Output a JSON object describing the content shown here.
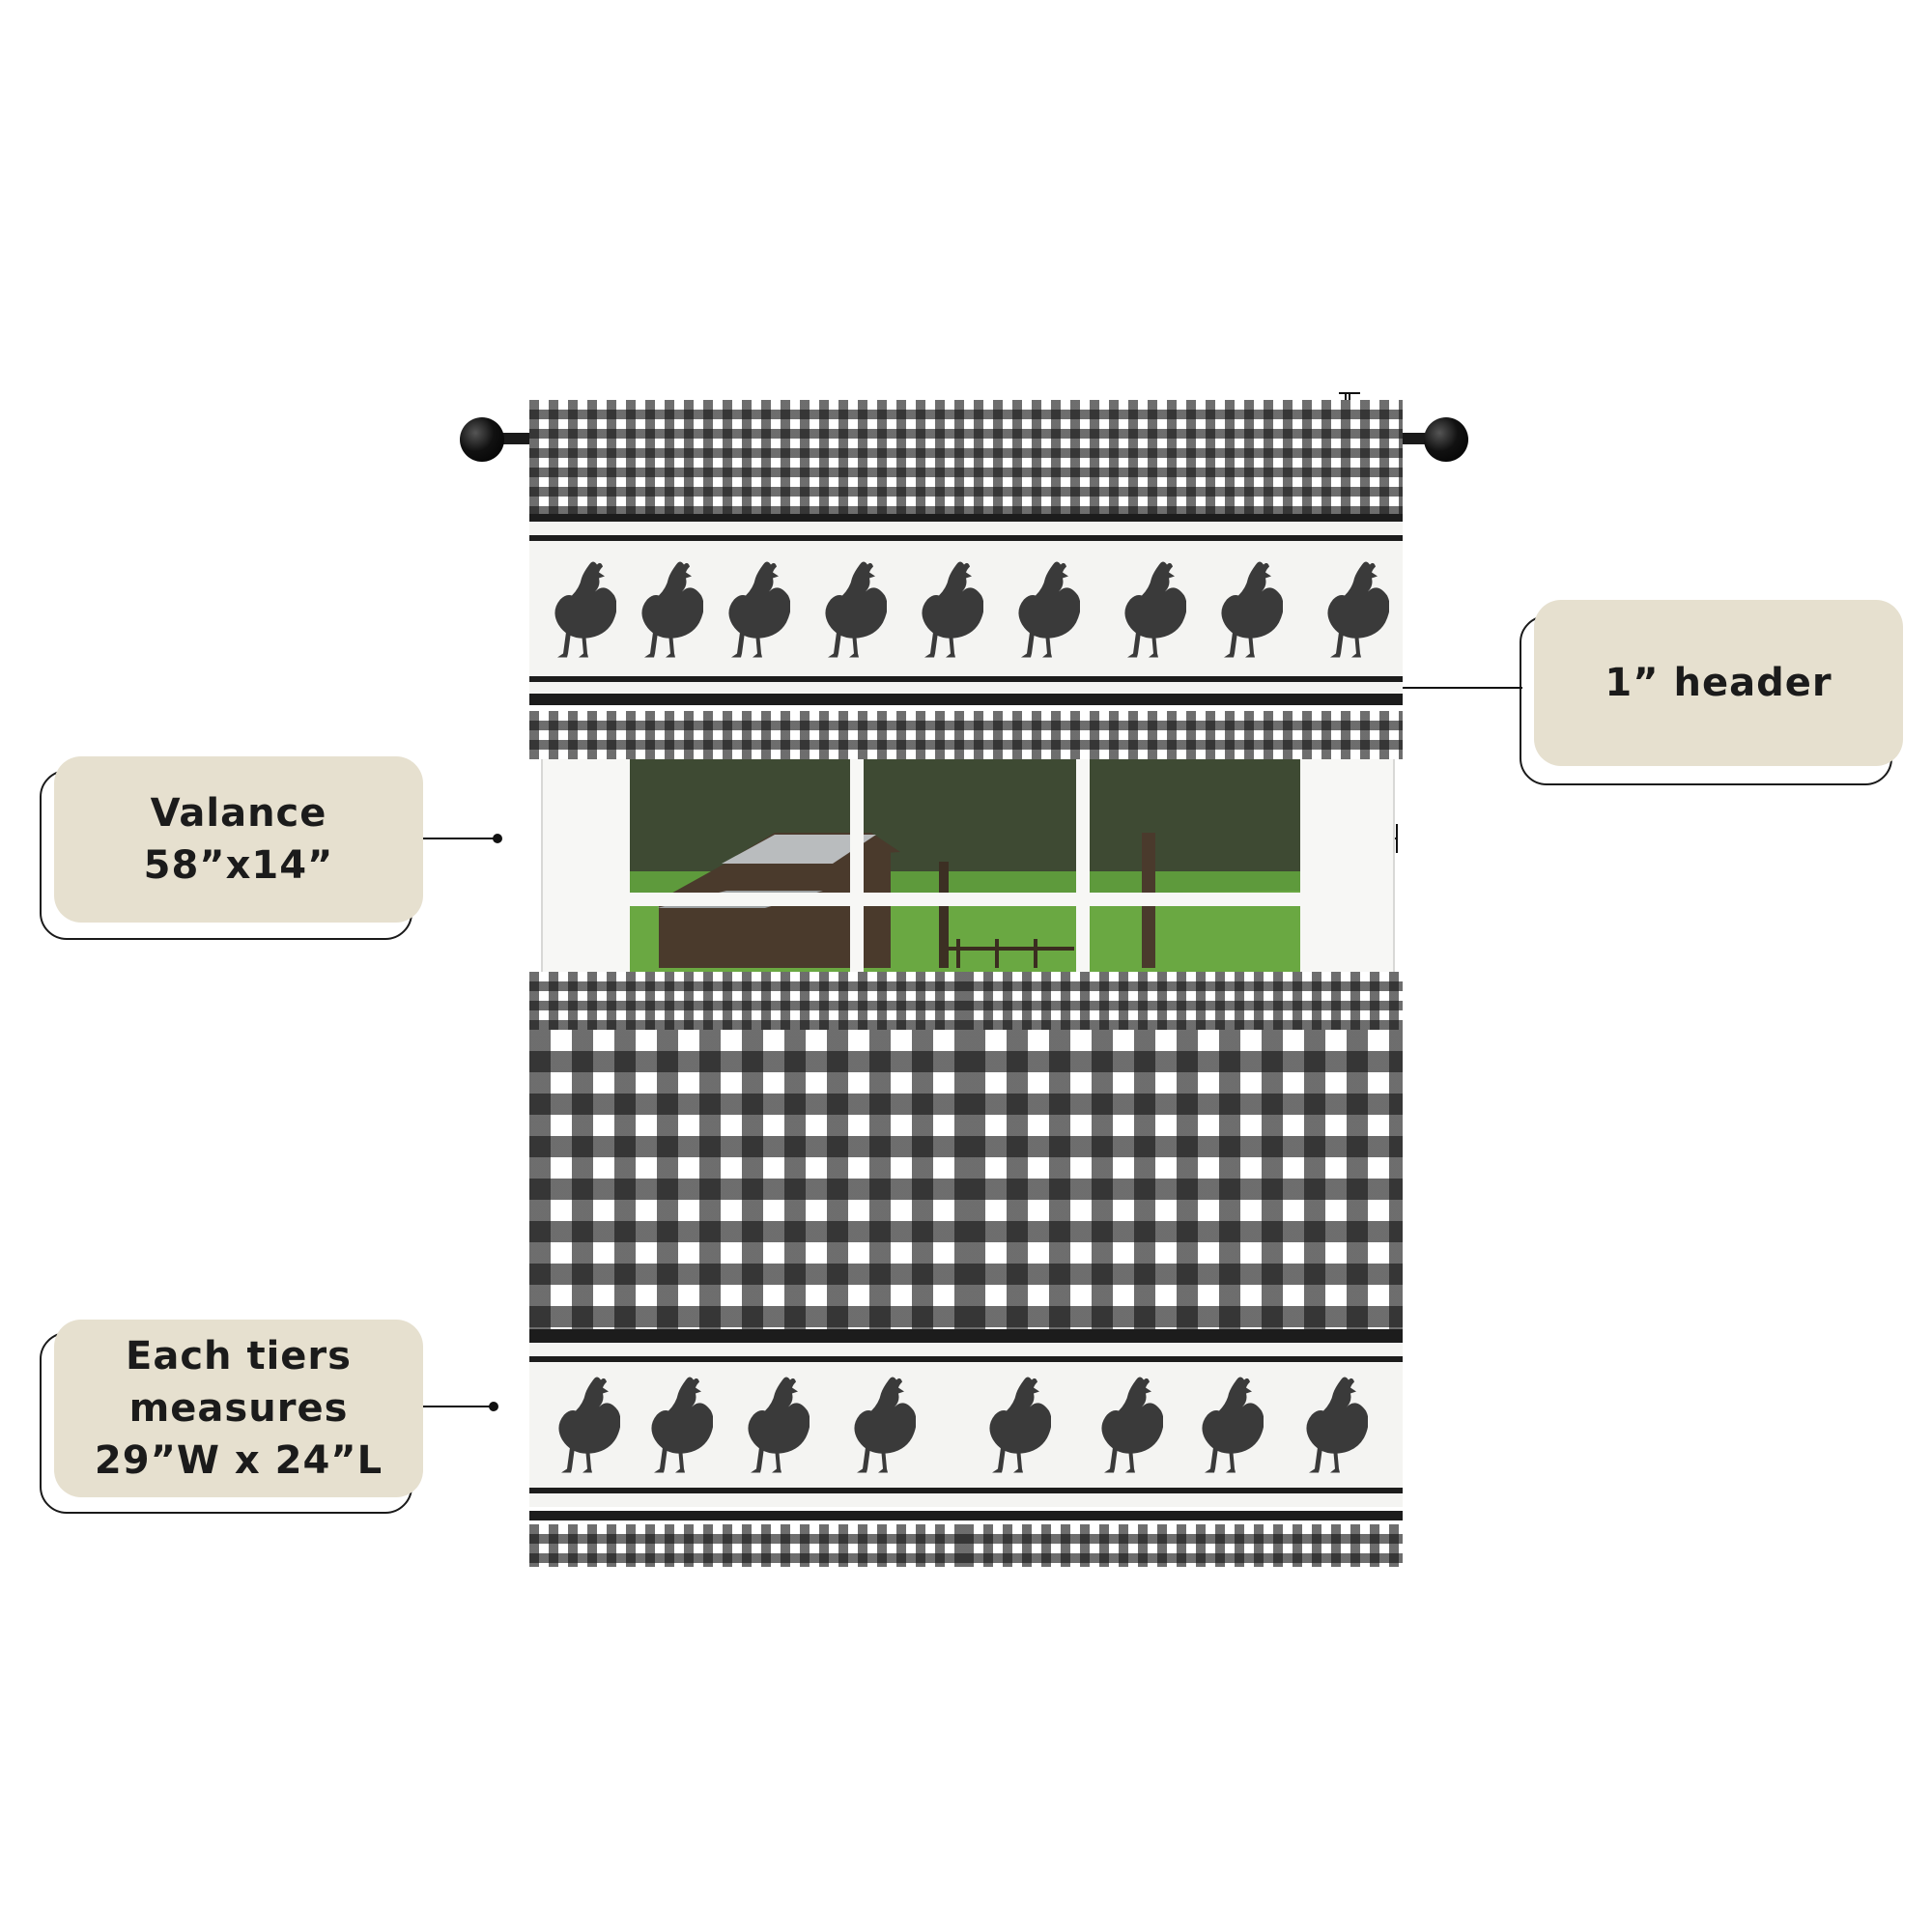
{
  "callouts": {
    "header": {
      "lines": [
        "1” header"
      ]
    },
    "valance": {
      "lines": [
        "Valance",
        "58”x14”"
      ]
    },
    "tiers": {
      "lines": [
        "Each tiers",
        "measures",
        "29”W x 24”L"
      ]
    }
  },
  "colors": {
    "card_bg": "#e6e0cf",
    "gingham_dark": "#1c1c1c",
    "fabric_white": "#f4f4f2"
  },
  "motif": "rooster-icon"
}
